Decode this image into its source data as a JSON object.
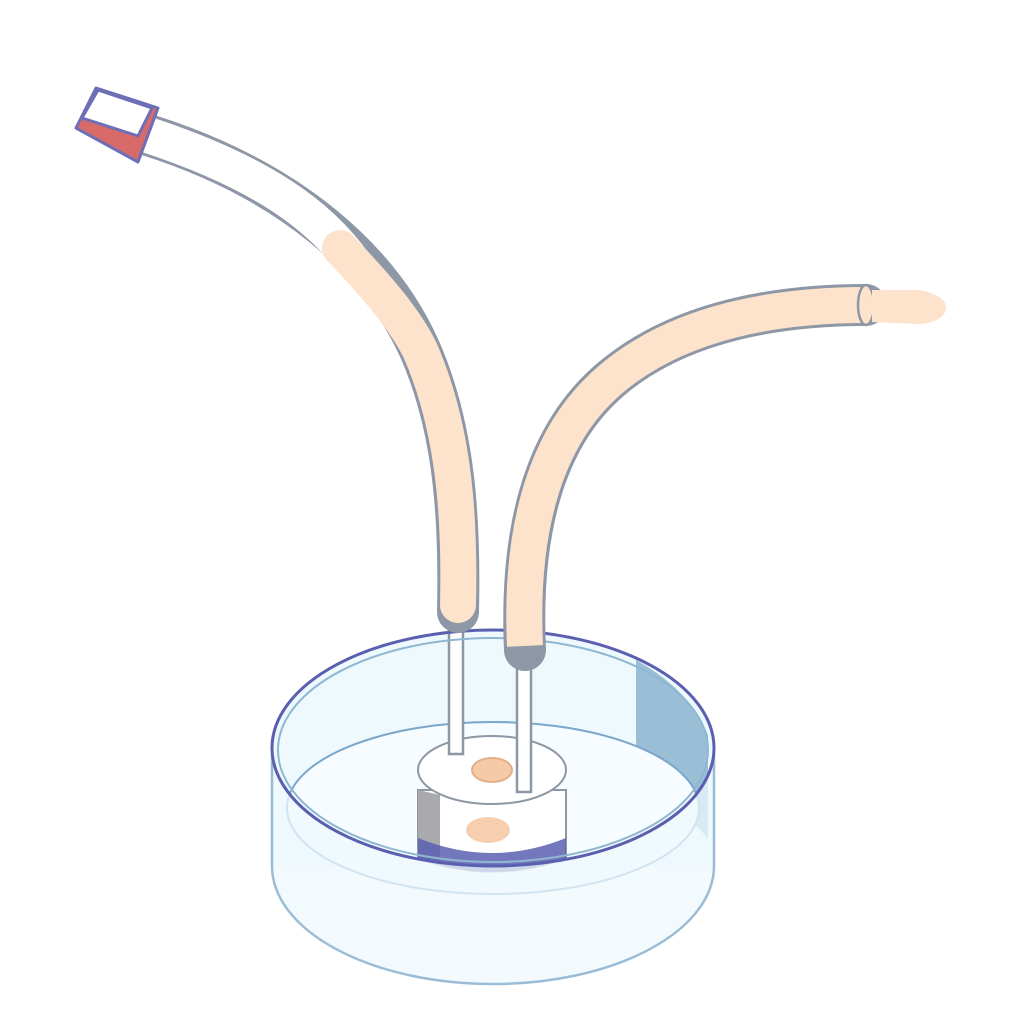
{
  "figure": {
    "kind": "apparatus-illustration",
    "background": "#ffffff",
    "parts": [
      {
        "name": "petri-dish",
        "fill": "#eef9fd",
        "stroke": "#7aa6c9",
        "rim": "#5b5fb0",
        "wall_shade": "#8fb7d1"
      },
      {
        "name": "left-tube",
        "fill": "#fde2cc",
        "stroke": "#8d97a5",
        "empty_segment": "#ffffff"
      },
      {
        "name": "right-tube",
        "fill": "#fde2cc",
        "stroke": "#8d97a5"
      },
      {
        "name": "tube-end-cap",
        "fill": "#d86a6a",
        "stroke": "#6c6fb6"
      },
      {
        "name": "stopper-block",
        "fill": "#ffffff",
        "side_shade": "#a9a9ae",
        "base": "#5b5fb0",
        "spot": "#f6caa6"
      },
      {
        "name": "inlet-needles",
        "fill": "#ffffff",
        "stroke": "#8d97a5"
      }
    ]
  }
}
